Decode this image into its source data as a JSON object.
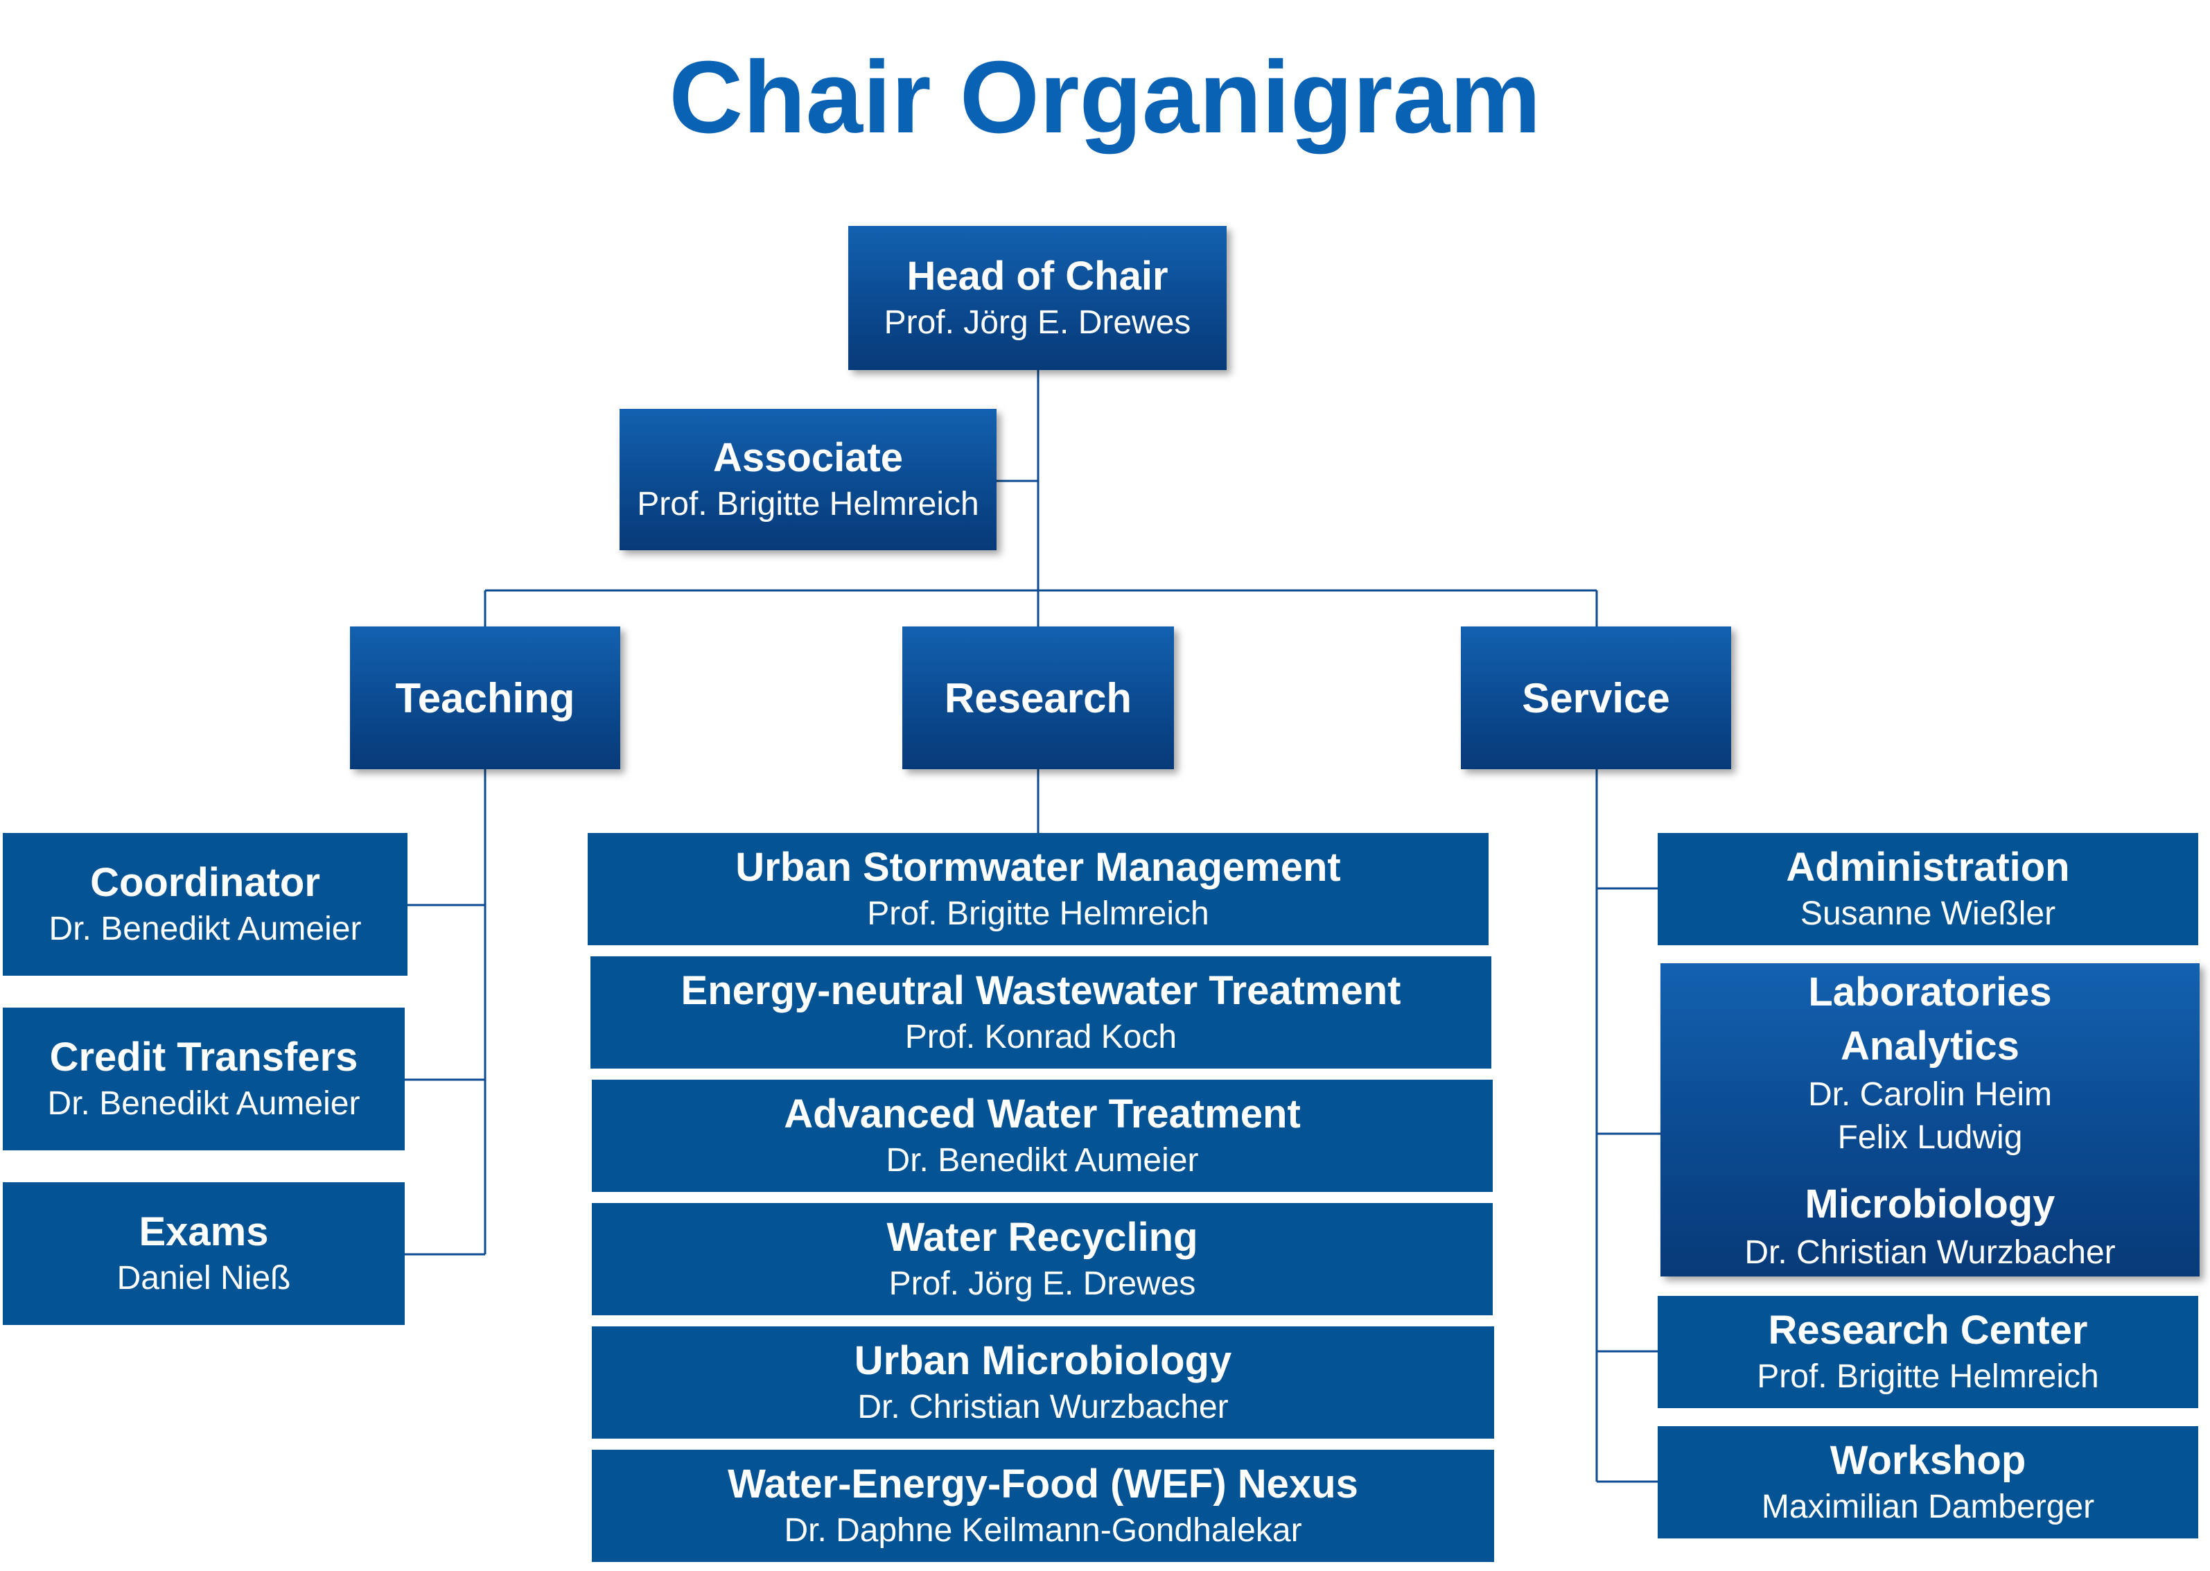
{
  "title": "Chair Organigram",
  "head": {
    "role": "Head of Chair",
    "name": "Prof. Jörg E. Drewes"
  },
  "associate": {
    "role": "Associate",
    "name": "Prof. Brigitte Helmreich"
  },
  "categories": {
    "teaching": "Teaching",
    "research": "Research",
    "service": "Service"
  },
  "teaching": [
    {
      "role": "Coordinator",
      "name": "Dr. Benedikt Aumeier"
    },
    {
      "role": "Credit Transfers",
      "name": "Dr. Benedikt Aumeier"
    },
    {
      "role": "Exams",
      "name": "Daniel Nieß"
    }
  ],
  "research": [
    {
      "role": "Urban Stormwater Management",
      "name": "Prof. Brigitte Helmreich"
    },
    {
      "role": "Energy-neutral Wastewater Treatment",
      "name": "Prof. Konrad Koch"
    },
    {
      "role": "Advanced Water Treatment",
      "name": "Dr. Benedikt Aumeier"
    },
    {
      "role": "Water Recycling",
      "name": "Prof. Jörg E. Drewes"
    },
    {
      "role": "Urban Microbiology",
      "name": "Dr. Christian Wurzbacher"
    },
    {
      "role": "Water-Energy-Food (WEF) Nexus",
      "name": "Dr. Daphne Keilmann-Gondhalekar"
    }
  ],
  "service": {
    "administration": {
      "role": "Administration",
      "name": "Susanne Wießler"
    },
    "laboratories": {
      "title": "Laboratories",
      "analytics": {
        "role": "Analytics",
        "names": [
          "Dr. Carolin Heim",
          "Felix Ludwig"
        ]
      },
      "microbiology": {
        "role": "Microbiology",
        "name": "Dr. Christian Wurzbacher"
      }
    },
    "research_center": {
      "role": "Research Center",
      "name": "Prof. Brigitte Helmreich"
    },
    "workshop": {
      "role": "Workshop",
      "name": "Maximilian Damberger"
    }
  },
  "colors": {
    "title": "#0a62b4",
    "box_flat": "#045495",
    "box_gradient_top": "#1361b0",
    "box_gradient_bottom": "#073a78",
    "connector": "#0b4a8f"
  }
}
